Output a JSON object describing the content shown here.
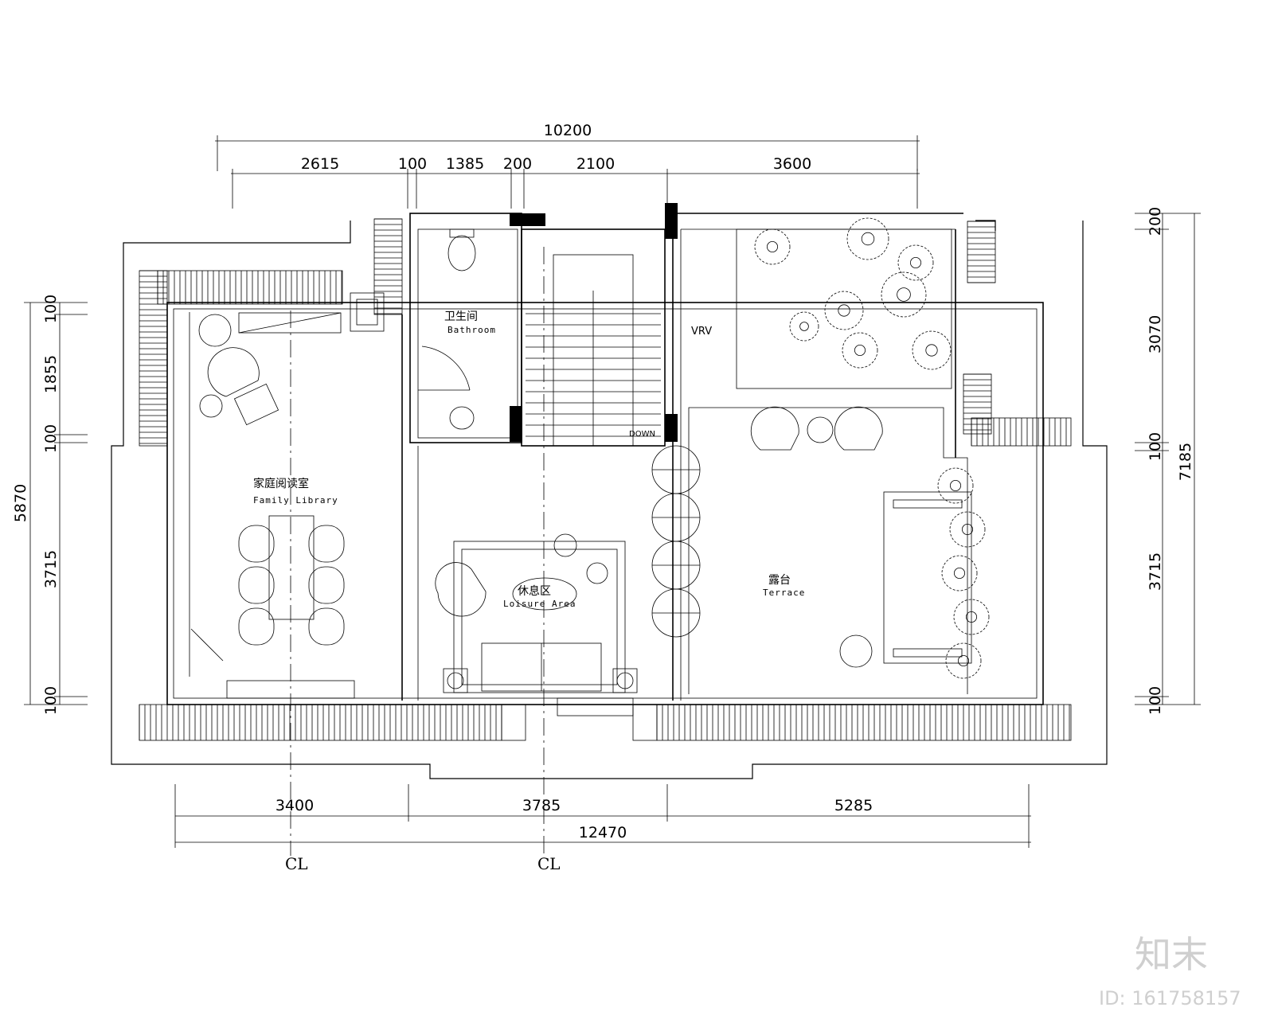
{
  "dimensions": {
    "top_total": "10200",
    "top_segments": [
      "2615",
      "100",
      "1385",
      "200",
      "2100",
      "3600"
    ],
    "bottom_segments": [
      "3400",
      "3785",
      "5285"
    ],
    "bottom_total": "12470",
    "left_total": "5870",
    "left_segments": [
      "100",
      "1855",
      "100",
      "3715",
      "100"
    ],
    "right_total": "7185",
    "right_segments": [
      "200",
      "3070",
      "100",
      "3715",
      "100"
    ]
  },
  "rooms": {
    "bathroom": {
      "cn": "卫生间",
      "en": "Bathroom"
    },
    "family_library": {
      "cn": "家庭阅读室",
      "en": "Family Library"
    },
    "lounge": {
      "cn": "休息区",
      "en": "Loisure Area"
    },
    "terrace": {
      "cn": "露台",
      "en": "Terrace"
    },
    "vrv": "VRV",
    "stair_down": "DOWN"
  },
  "centerline_mark": "CL",
  "watermark": {
    "logo": "知末",
    "id": "ID: 161758157"
  }
}
